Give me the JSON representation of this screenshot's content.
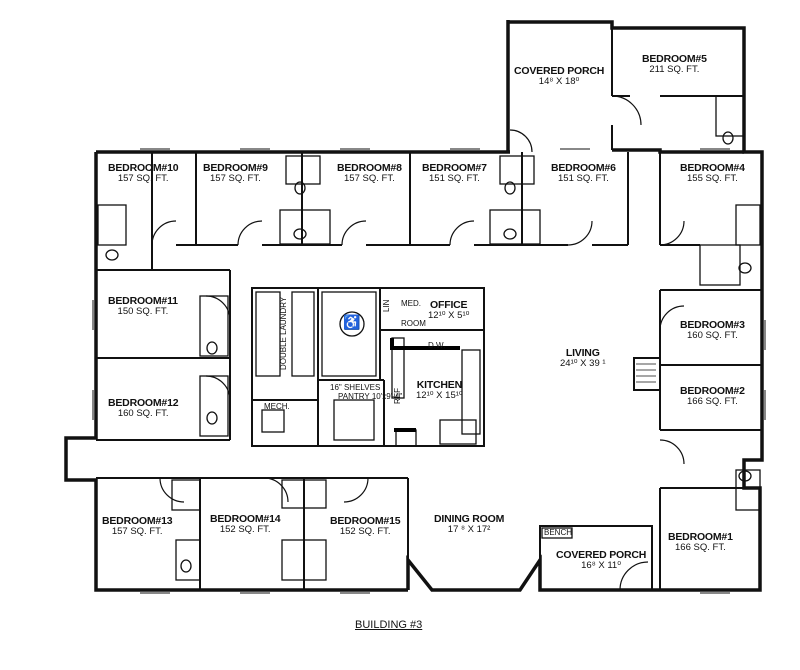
{
  "title": "BUILDING #3",
  "rooms": {
    "covered_porch_top": {
      "name": "COVERED PORCH",
      "dims": "14⁸ X 18⁰"
    },
    "bedroom5": {
      "name": "BEDROOM#5",
      "area": "211 SQ. FT."
    },
    "bedroom10": {
      "name": "BEDROOM#10",
      "area": "157 SQ. FT."
    },
    "bedroom9": {
      "name": "BEDROOM#9",
      "area": "157 SQ. FT."
    },
    "bedroom8": {
      "name": "BEDROOM#8",
      "area": "157 SQ. FT."
    },
    "bedroom7": {
      "name": "BEDROOM#7",
      "area": "151 SQ. FT."
    },
    "bedroom6": {
      "name": "BEDROOM#6",
      "area": "151 SQ. FT."
    },
    "bedroom4": {
      "name": "BEDROOM#4",
      "area": "155 SQ. FT."
    },
    "bedroom11": {
      "name": "BEDROOM#11",
      "area": "150 SQ. FT."
    },
    "bedroom12": {
      "name": "BEDROOM#12",
      "area": "160 SQ. FT."
    },
    "bedroom3": {
      "name": "BEDROOM#3",
      "area": "160 SQ. FT."
    },
    "bedroom2": {
      "name": "BEDROOM#2",
      "area": "166 SQ. FT."
    },
    "bedroom13": {
      "name": "BEDROOM#13",
      "area": "157 SQ. FT."
    },
    "bedroom14": {
      "name": "BEDROOM#14",
      "area": "152 SQ. FT."
    },
    "bedroom15": {
      "name": "BEDROOM#15",
      "area": "152 SQ. FT."
    },
    "bedroom1": {
      "name": "BEDROOM#1",
      "area": "166 SQ. FT."
    },
    "office": {
      "name": "OFFICE",
      "dims": "12¹⁰ X 5¹⁰"
    },
    "kitchen": {
      "name": "KITCHEN",
      "dims": "12¹⁰ X 15¹⁰"
    },
    "living": {
      "name": "LIVING",
      "dims": "24¹⁰ X 39 ¹"
    },
    "dining": {
      "name": "DINING ROOM",
      "dims": "17 ⁸ X 17²"
    },
    "covered_porch_bottom": {
      "name": "COVERED PORCH",
      "dims": "16⁸ X 11⁰"
    },
    "mech": {
      "name": "MECH."
    },
    "pantry": {
      "name": "PANTRY",
      "dims": "10'x9'-4\""
    },
    "shelves": {
      "name": "16\" SHELVES"
    },
    "laundry": {
      "name": "DOUBLE LAUNDRY"
    },
    "med": {
      "name": "MED."
    },
    "room": {
      "name": "ROOM"
    },
    "lin": {
      "name": "LIN"
    },
    "bench": {
      "name": "BENCH"
    },
    "ref": {
      "name": "REF"
    },
    "d_w": {
      "name": "D.W."
    }
  },
  "icons": {
    "accessible": "wheelchair-accessible-icon"
  }
}
